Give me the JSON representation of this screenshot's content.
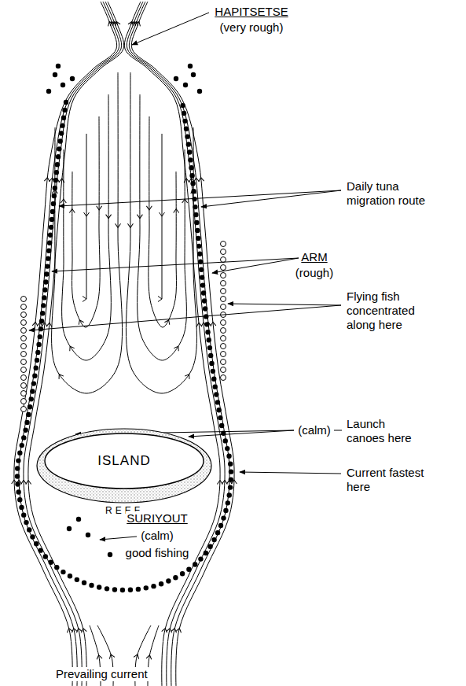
{
  "diagram": {
    "nodes": [
      {
        "text": [
          "REEF"
        ]
      },
      {
        "text": [
          "ISLAND"
        ],
        "in": 0
      }
    ],
    "labels": [
      "HAPITSETSE",
      "(very rough)",
      "Daily tuna migration route",
      "ARM",
      "(rough)",
      "Flying fish concentrated along here",
      "(calm)",
      "Launch canoes here",
      "Current fastest here",
      "SURIYOUT",
      "(calm)",
      "good fishing",
      "Prevailing current"
    ]
  }
}
